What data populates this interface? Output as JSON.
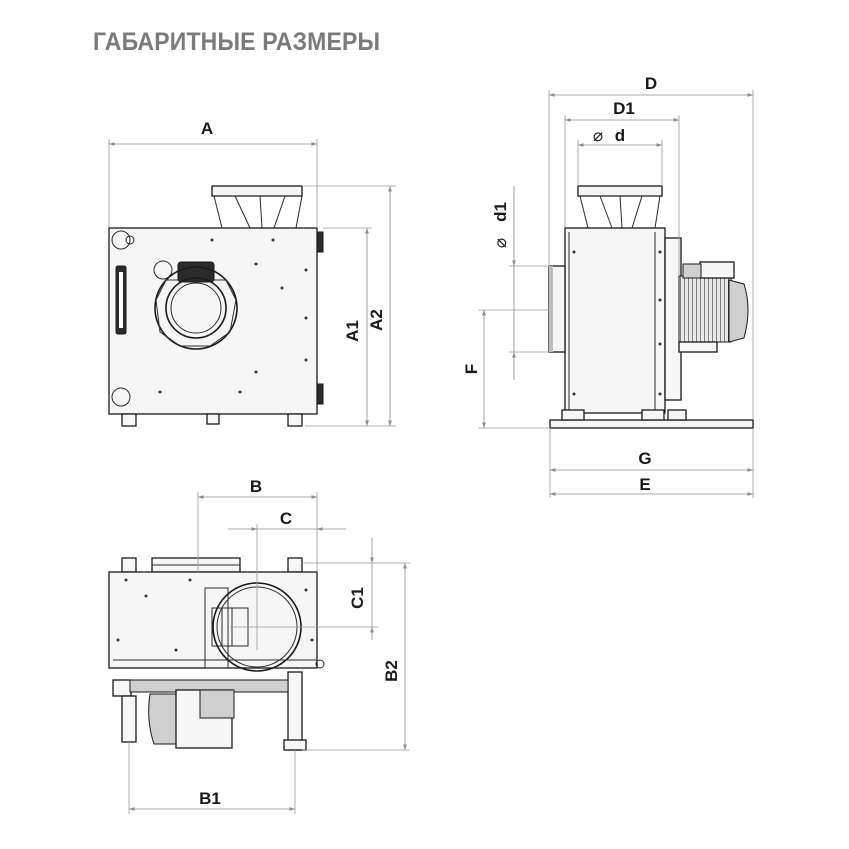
{
  "title": "ГАБАРИТНЫЕ РАЗМЕРЫ",
  "labels": {
    "A": "A",
    "A1": "A1",
    "A2": "A2",
    "D": "D",
    "D1": "D1",
    "d": "d",
    "d1": "d1",
    "diameter_symbol": "⌀",
    "F": "F",
    "G": "G",
    "E": "E",
    "B": "B",
    "C": "C",
    "C1": "C1",
    "B1": "B1",
    "B2": "B2"
  }
}
